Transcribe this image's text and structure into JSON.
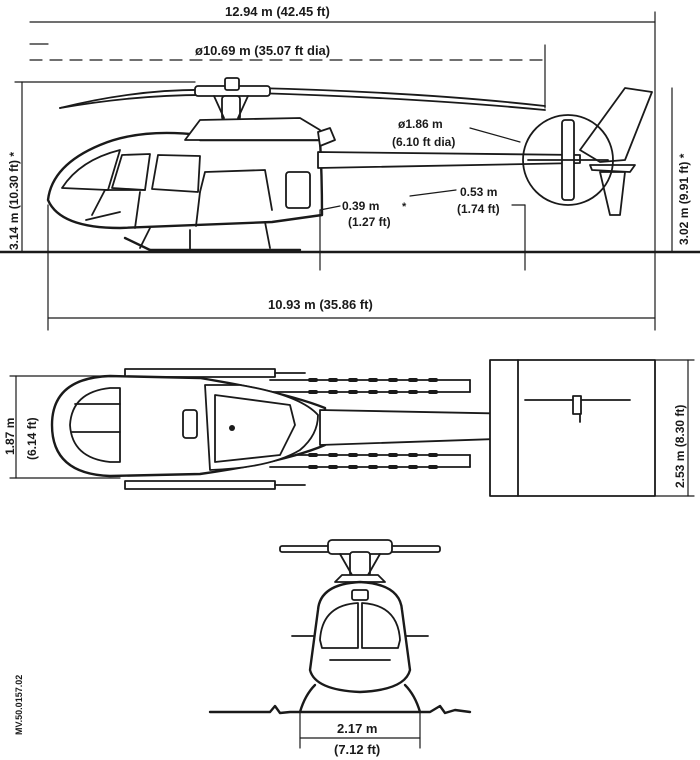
{
  "dimensions": {
    "overall_length": "12.94 m (42.45 ft)",
    "main_rotor": "ø10.69 m (35.07 ft dia)",
    "tail_rotor_m": "ø1.86 m",
    "tail_rotor_ft": "(6.10 ft dia)",
    "overall_height": "3.14 m (10.30 ft) *",
    "tail_height": "3.02 m (9.91 ft) *",
    "clearance_front_m": "0.39 m",
    "clearance_front_ft": "(1.27 ft)",
    "clearance_rear_m": "0.53 m",
    "clearance_rear_ft": "(1.74 ft)",
    "fuselage_length": "10.93 m (35.86 ft)",
    "skid_width_top": "1.87 m",
    "skid_width_top_ft": "(6.14 ft)",
    "stabilizer_span": "2.53 m (8.30 ft)",
    "track_m": "2.17 m",
    "track_ft": "(7.12 ft)",
    "star": "*"
  },
  "reference_code": "MV.50.0157.02"
}
